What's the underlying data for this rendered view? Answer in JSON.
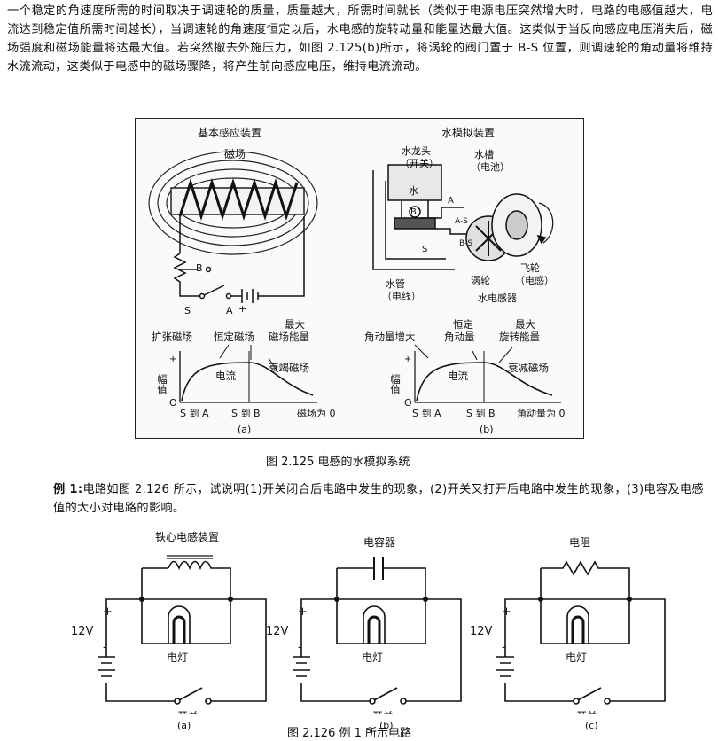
{
  "text": {
    "para1": "一个稳定的角速度所需的时间取决于调速轮的质量，质量越大，所需时间就长（类似于电源电压突然增大时，电路的电感值越大，电流达到稳定值所需时间越长），当调速轮的角速度恒定以后，水电感的旋转动量和能量达最大值。这类似于当反向感应电压消失后，磁场强度和磁场能量将达最大值。若突然撤去外施压力，如图 2.125(b)所示，将涡轮的阀门置于 B-S 位置，则调速轮的角动量将维持水流流动，这类似于电感中的磁场骤降，将产生前向感应电压，维持电流流动。",
    "fig125_caption": "图 2.125   电感的水模拟系统",
    "example_label": "例 1:",
    "example_text": "电路如图 2.126 所示，试说明(1)开关闭合后电路中发生的现象，(2)开关又打开后电路中发生的现象，(3)电容及电感值的大小对电路的影响。",
    "fig126_caption": "图 2.126   例 1 所示电路"
  },
  "fig125": {
    "a": {
      "title": "基本感应装置",
      "field_label": "磁场",
      "switch_S": "S",
      "switch_A": "A",
      "switch_B": "B",
      "plus": "+",
      "graph": {
        "expand": "扩张磁场",
        "constant": "恒定磁场",
        "max": "最大\n磁场能量",
        "decay": "衰竭磁场",
        "curve_label": "电流",
        "y_axis": "幅值",
        "zero": "O",
        "plus": "+",
        "x1": "S 到 A",
        "x2": "S 到 B",
        "x3": "磁场为 0"
      },
      "tag": "(a)"
    },
    "b": {
      "title": "水模拟装置",
      "faucet": "水龙头\n（开关）",
      "water": "水",
      "tank": "水槽\n（电池）",
      "pipe": "水管\n（电线）",
      "turbine": "涡轮",
      "flywheel": "飞轮\n（电感）",
      "device": "水电感器",
      "valve_AS": "A-S",
      "valve_BS": "B-S",
      "S": "S",
      "A": "A",
      "B": "B",
      "graph": {
        "increase": "角动量增大",
        "constant": "恒定\n角动量",
        "max": "最大\n旋转能量",
        "decay": "衰减磁场",
        "curve_label": "电流",
        "y_axis": "幅值",
        "zero": "O",
        "plus": "+",
        "x1": "S 到 A",
        "x2": "S 到 B",
        "x3": "角动量为 0"
      },
      "tag": "(b)"
    }
  },
  "fig126": {
    "circuits": [
      {
        "component": "铁心电感装置",
        "voltage": "12V",
        "lamp": "电灯",
        "switch": "开关",
        "plus": "+",
        "minus": "-",
        "tag": "(a)"
      },
      {
        "component": "电容器",
        "voltage": "12V",
        "lamp": "电灯",
        "switch": "开关",
        "plus": "+",
        "minus": "-",
        "tag": "(b)"
      },
      {
        "component": "电阻",
        "voltage": "12V",
        "lamp": "电灯",
        "switch": "开关",
        "plus": "+",
        "minus": "-",
        "tag": "(c)"
      }
    ]
  }
}
